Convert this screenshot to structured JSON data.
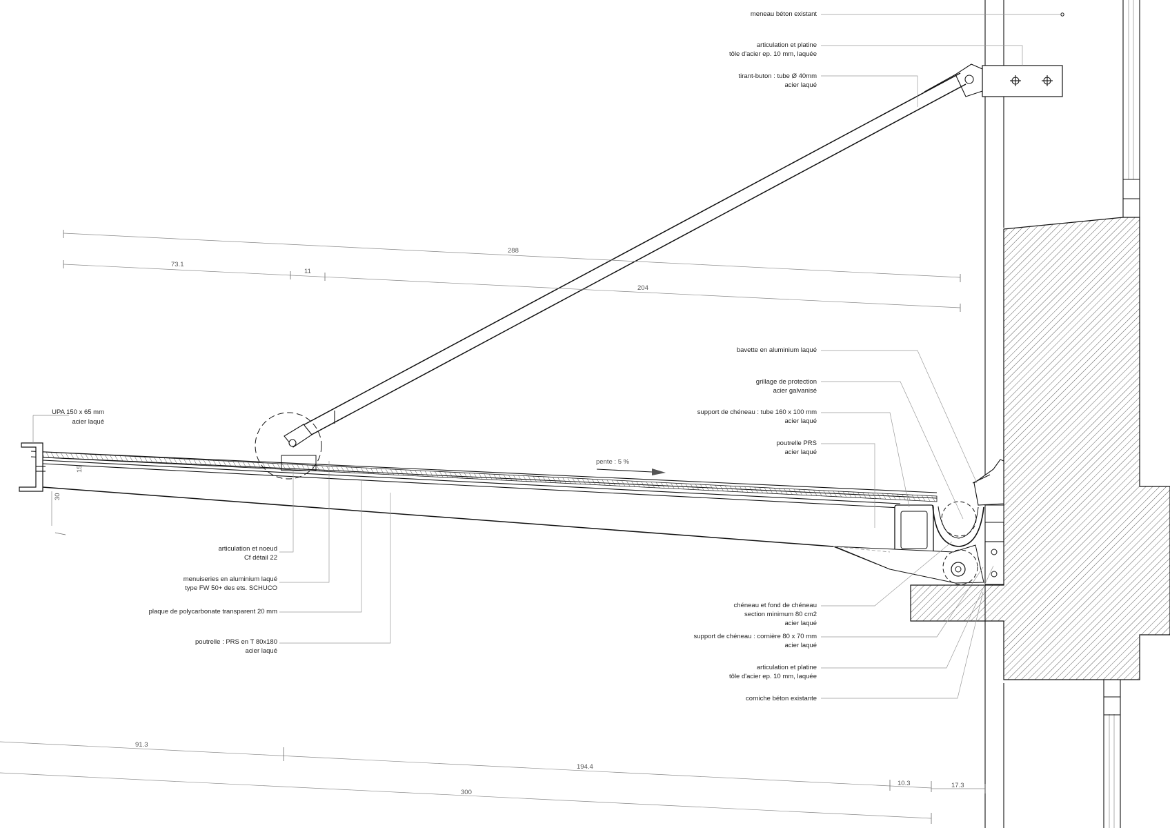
{
  "labels": {
    "meneau": "meneau béton existant",
    "artic_top_1": "articulation et platine",
    "artic_top_2": "tôle d'acier ep. 10 mm, laquée",
    "tirant_1": "tirant-buton : tube Ø 40mm",
    "tirant_2": "acier laqué",
    "bavette": "bavette en aluminium laqué",
    "grillage_1": "grillage de protection",
    "grillage_2": "acier galvanisé",
    "support_tube_1": "support de chéneau : tube 160 x 100 mm",
    "support_tube_2": "acier laqué",
    "poutrelle_prs_1": "poutrelle PRS",
    "poutrelle_prs_2": "acier laqué",
    "upa_1": "UPA 150 x 65 mm",
    "upa_2": "acier laqué",
    "artic_noeud_1": "articulation et noeud",
    "artic_noeud_2": "Cf détail 22",
    "menuiseries_1": "menuiseries en aluminium laqué",
    "menuiseries_2": "type FW 50+ des ets. SCHUCO",
    "polycarbonate": "plaque de polycarbonate transparent 20 mm",
    "poutrelle_t_1": "poutrelle : PRS en T 80x180",
    "poutrelle_t_2": "acier laqué",
    "cheneau_1": "chéneau et fond de chéneau",
    "cheneau_2": "section minimum 80 cm2",
    "cheneau_3": "acier laqué",
    "corniere_1": "support de chéneau : cornière 80 x 70 mm",
    "corniere_2": "acier laqué",
    "artic_bot_1": "articulation et platine",
    "artic_bot_2": "tôle d'acier ep. 10 mm, laquée",
    "corniche": "corniche béton existante",
    "pente": "pente : 5 %"
  },
  "dimensions": {
    "d288": "288",
    "d731": "73.1",
    "d11": "11",
    "d204": "204",
    "d913": "91.3",
    "d1944": "194.4",
    "d300": "300",
    "d103": "10.3",
    "d173": "17.3",
    "d15": "15",
    "d30": "30"
  },
  "colors": {
    "ink": "#111111",
    "leader": "#999999",
    "hatch": "#333333"
  }
}
